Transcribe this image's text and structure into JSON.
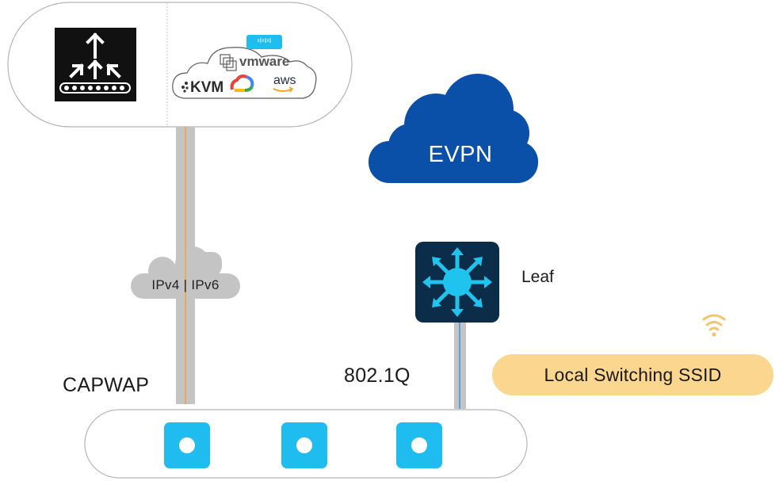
{
  "labels": {
    "capwap": "CAPWAP",
    "dot1q": "802.1Q",
    "leaf": "Leaf",
    "evpn": "EVPN",
    "ip_transport": "IPv4 | IPv6",
    "ssid": "Local Switching SSID"
  },
  "platforms": {
    "vmware": "vmware",
    "kvm": "KVM",
    "aws": "aws"
  },
  "colors": {
    "evpn_cloud": "#0a4fa8",
    "leaf_switch_bg": "#0b2d4a",
    "leaf_switch_arrows": "#1fc3ee",
    "access_point": "#1fbcef",
    "ssid_pill": "#fbd68f",
    "wifi_icon": "#f5c36a",
    "capwap_tunnel": "#f2a33a",
    "dot1q_trunk": "#4a90e2",
    "link_gray": "#c4c4c4",
    "controller_icon_bg": "#111111"
  },
  "icons": {
    "controller": "wireless-controller-icon",
    "evpn": "cloud-icon",
    "leaf": "layer3-switch-icon",
    "wifi": "wifi-icon",
    "access_point": "access-point-icon"
  }
}
